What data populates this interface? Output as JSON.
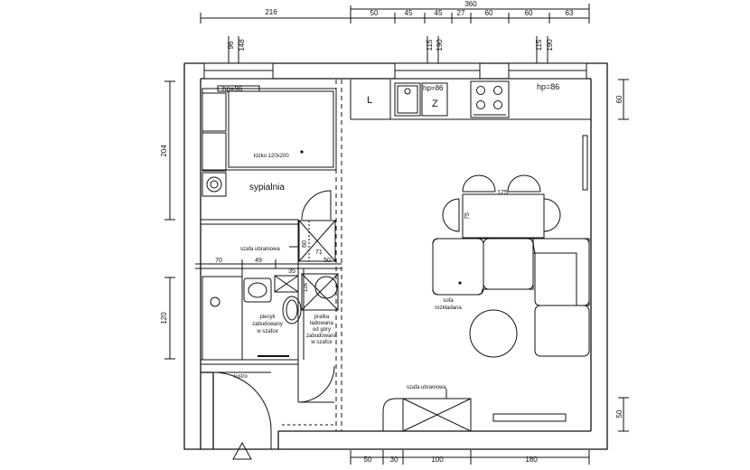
{
  "dimensions": {
    "top_total": "360",
    "top_left": "216",
    "top_segments": [
      "50",
      "45",
      "45",
      "27",
      "60",
      "60",
      "63"
    ],
    "top_window_labels": [
      "96",
      "148",
      "115",
      "190",
      "115",
      "190"
    ],
    "left_upper": "204",
    "left_lower": "120",
    "right_upper": "60",
    "right_lower": "50",
    "bottom_segments": [
      "50",
      "30",
      "100",
      "180"
    ],
    "bathroom_row": [
      "70",
      "49",
      "35",
      "50"
    ],
    "wardrobe_depth": "60",
    "wardrobe_width": "71",
    "bath_small": "126",
    "table_width": "125",
    "table_depth": "75"
  },
  "labels": {
    "bedroom": "sypialnia",
    "bed": "łóżko 120x200",
    "wardrobe_bedroom": "szafa ubraniowa",
    "wardrobe_living": "szafa ubraniowa",
    "sofa_line1": "sofa",
    "sofa_line2": "rozkładana",
    "boiler": [
      "piecyk",
      "zabudowany",
      "w szafce"
    ],
    "washer": [
      "pralka",
      "ładowana",
      "od góry",
      "zabudowana",
      "w szafce"
    ],
    "mirror": "lustro",
    "hp_bed": "hp=96",
    "hp_kitchen1": "hp=86",
    "hp_kitchen2": "hp=86",
    "fridge": "L",
    "dishwasher": "Z"
  }
}
